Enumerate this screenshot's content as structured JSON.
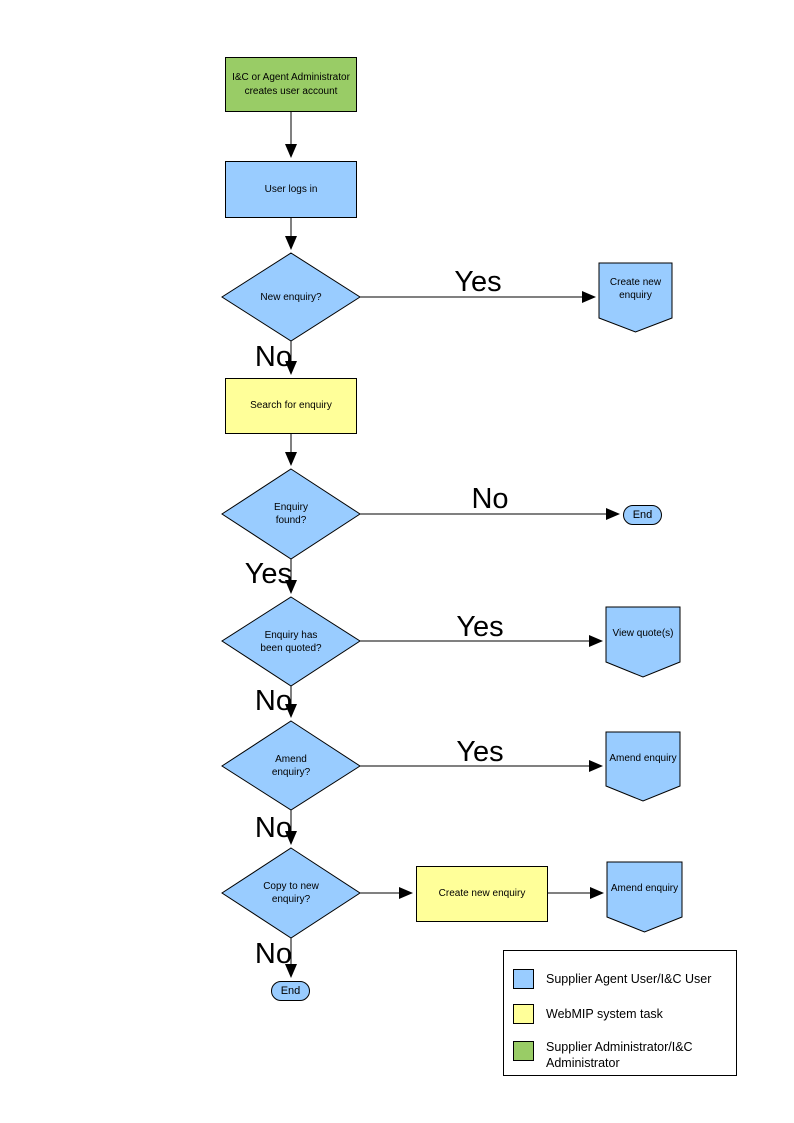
{
  "colors": {
    "user_task": "#99CCFF",
    "system_task": "#FFFF99",
    "admin_task": "#99CC66"
  },
  "nodes": {
    "create_account": "I&C or Agent Administrator\ncreates user account",
    "user_logs_in": "User logs in",
    "new_enquiry_q": "New enquiry?",
    "create_new_enquiry_banner": "Create new\nenquiry",
    "search_for_enquiry": "Search for enquiry",
    "enquiry_found_q": "Enquiry\nfound?",
    "end_1": "End",
    "enquiry_quoted_q": "Enquiry has\nbeen quoted?",
    "view_quotes": "View quote(s)",
    "amend_enquiry_q": "Amend\nenquiry?",
    "amend_enquiry_banner_1": "Amend enquiry",
    "copy_to_new_q": "Copy to new\nenquiry?",
    "create_new_enquiry_task": "Create new enquiry",
    "amend_enquiry_banner_2": "Amend enquiry",
    "end_2": "End"
  },
  "branch_labels": {
    "yes": "Yes",
    "no": "No"
  },
  "legend": {
    "items": [
      {
        "color": "#99CCFF",
        "label": "Supplier Agent User/I&C User"
      },
      {
        "color": "#FFFF99",
        "label": "WebMIP system task"
      },
      {
        "color": "#99CC66",
        "label": "Supplier Administrator/I&C Administrator"
      }
    ]
  }
}
